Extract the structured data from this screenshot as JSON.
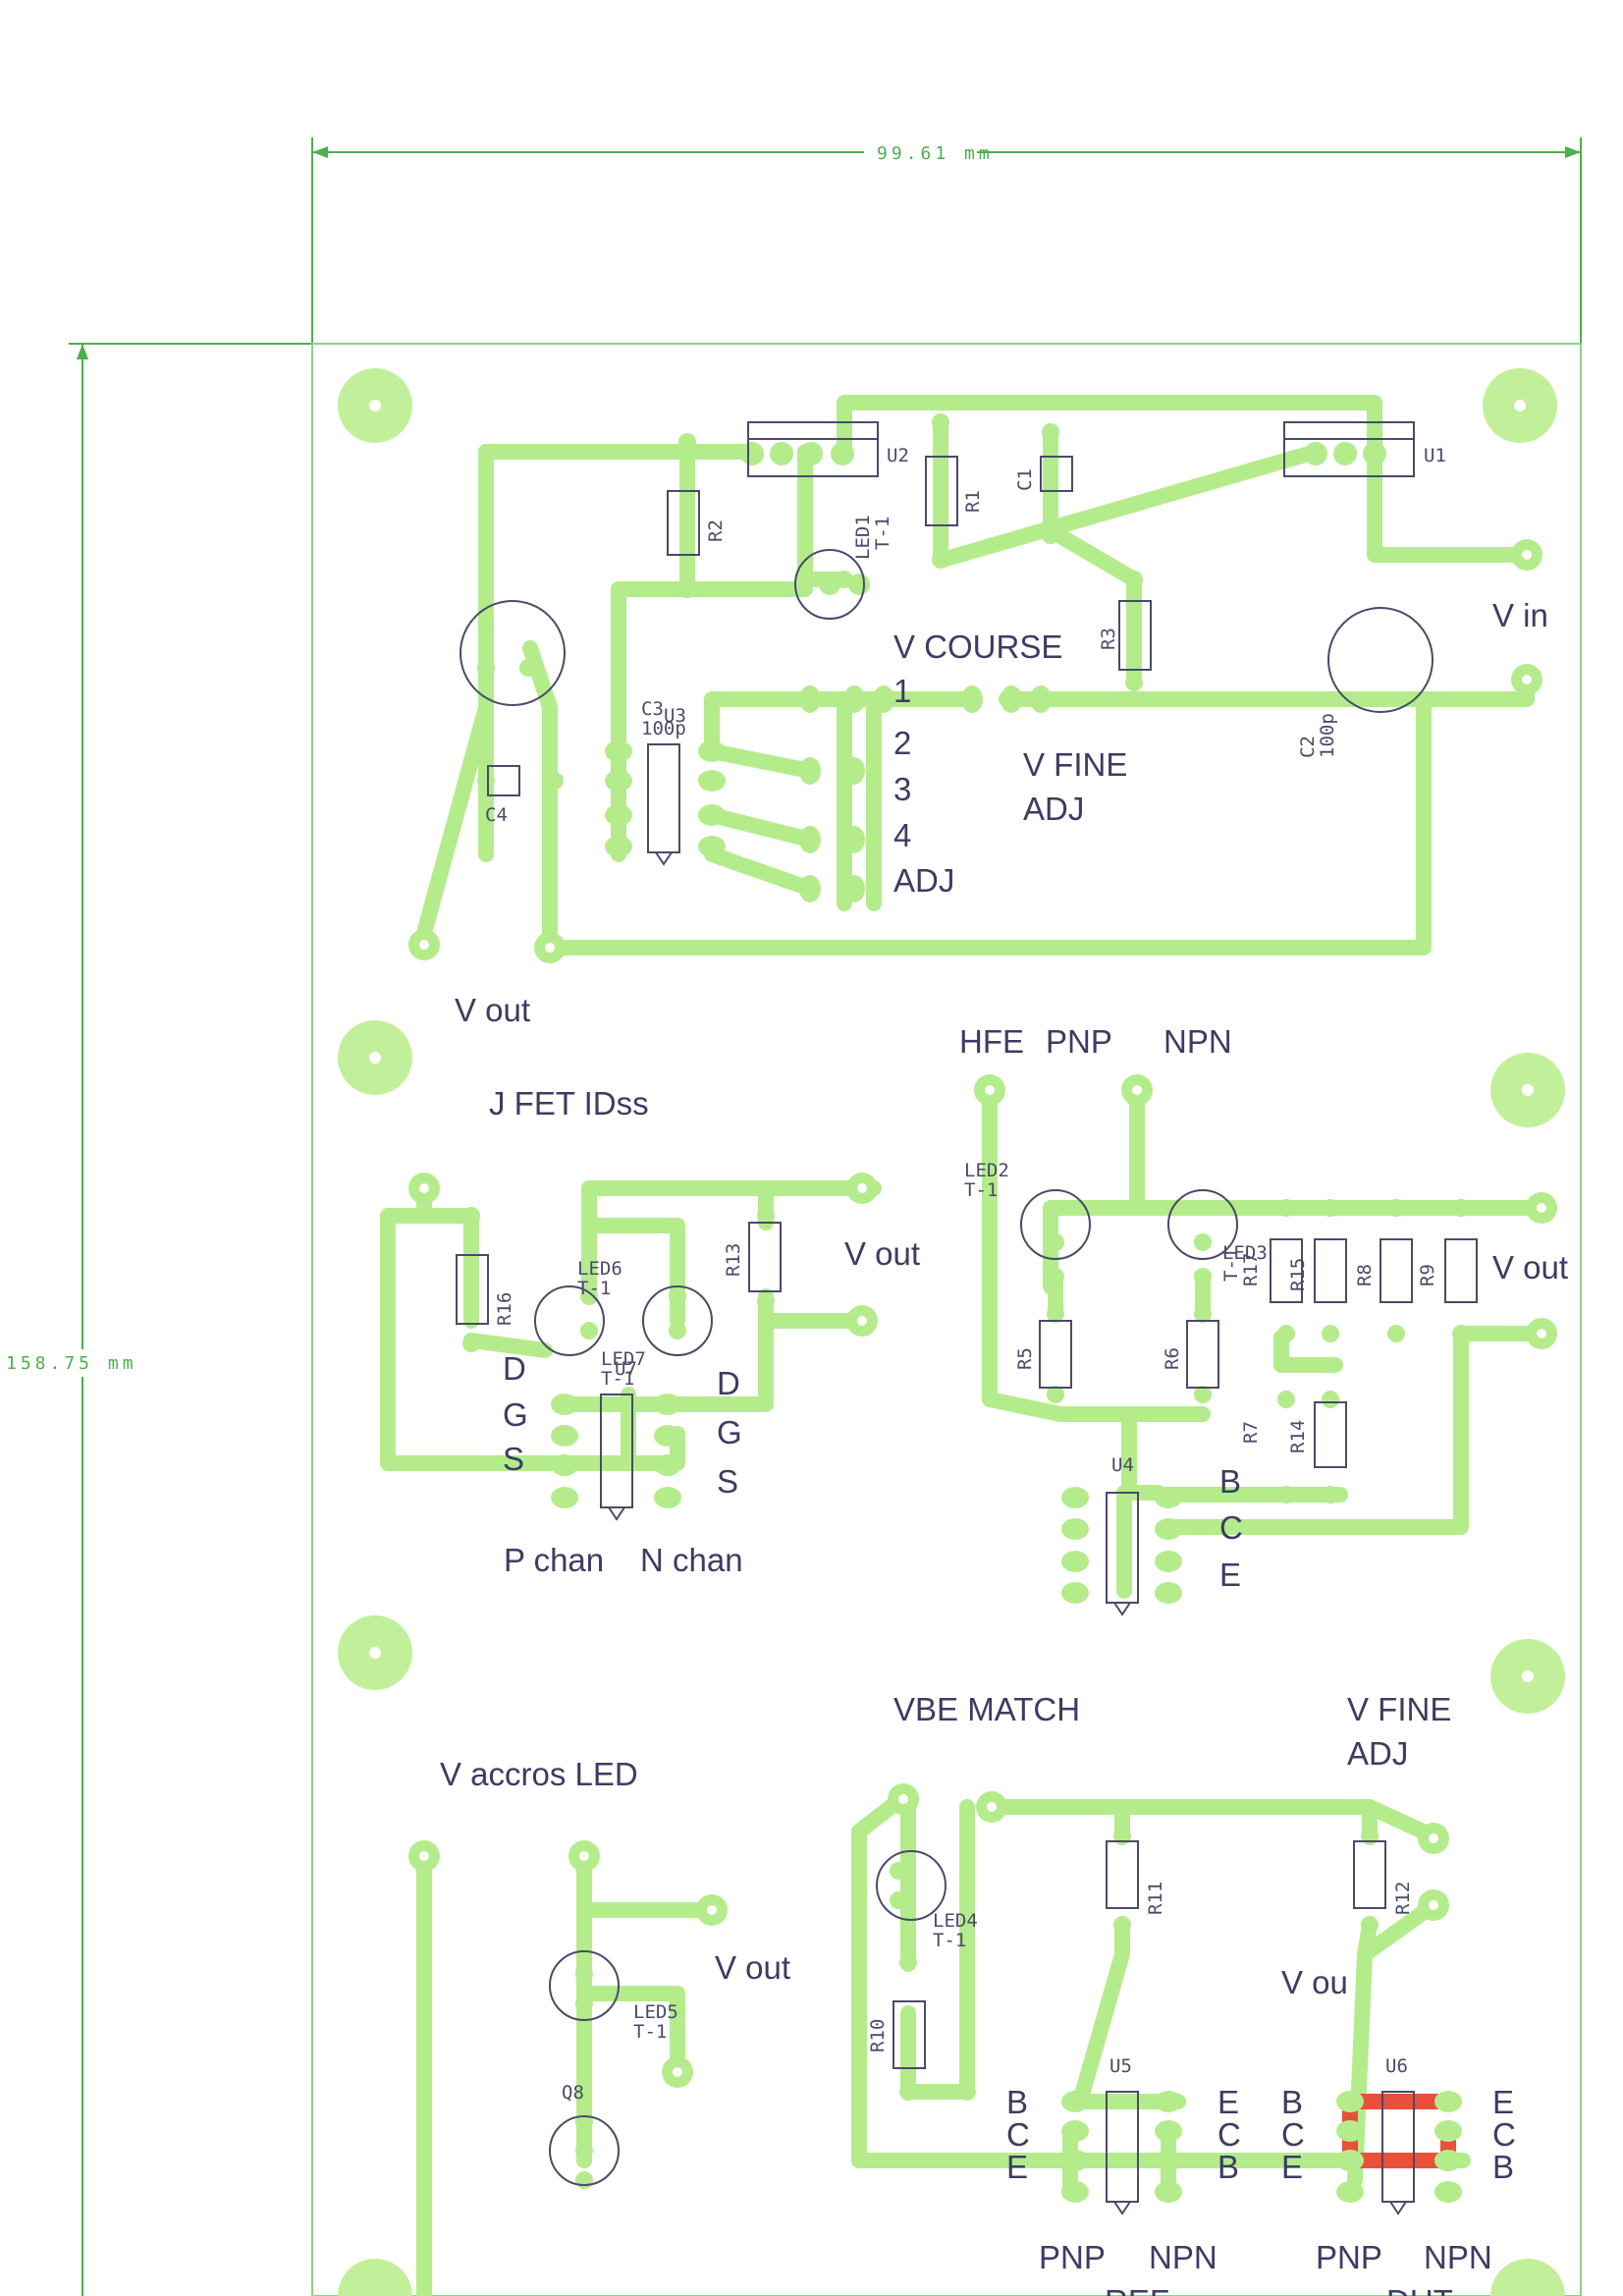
{
  "dimensions": {
    "width": "99.61 mm",
    "height": "158.75 mm"
  },
  "colors": {
    "copper": "#b4ec8c",
    "copper_highlight": "#e8503c",
    "silkscreen": "#4a4a6a",
    "text": "#3c3c64",
    "dimension": "#4cb04c"
  },
  "labels": {
    "v_course": "V COURSE",
    "n1": "1",
    "n2": "2",
    "n3": "3",
    "n4": "4",
    "adj": "ADJ",
    "v_fine": "V FINE",
    "v_fine_adj": "ADJ",
    "v_in": "V in",
    "v_out_top": "V out",
    "hfe": "HFE",
    "pnp_top": "PNP",
    "npn_top": "NPN",
    "jfet_idss": "J FET IDss",
    "v_out_jfet": "V out",
    "d_left": "D",
    "g_left": "G",
    "s_left": "S",
    "d_right": "D",
    "g_right": "G",
    "s_right": "S",
    "p_chan": "P chan",
    "n_chan": "N chan",
    "v_out_hfe": "V out",
    "b_hfe": "B",
    "c_hfe": "C",
    "e_hfe": "E",
    "vbe_match": "VBE MATCH",
    "v_fine_2": "V FINE",
    "adj_2": "ADJ",
    "v_accros_led": "V accros LED",
    "v_out_led": "V out",
    "v_ou": "V ou",
    "bce_1_b": "B",
    "bce_1_c": "C",
    "bce_1_e": "E",
    "ecb_1_e": "E",
    "ecb_1_c": "C",
    "ecb_1_b": "B",
    "bce_2_b": "B",
    "bce_2_c": "C",
    "bce_2_e": "E",
    "ecb_2_e": "E",
    "ecb_2_c": "C",
    "ecb_2_b": "B",
    "pnp_ref": "PNP",
    "npn_ref": "NPN",
    "ref": "REF",
    "pnp_dut": "PNP",
    "npn_dut": "NPN",
    "dut": "DUT"
  },
  "components": {
    "u1": "U1",
    "u2": "U2",
    "u3": "U3",
    "u4": "U4",
    "u5": "U5",
    "u6": "U6",
    "u7": "U7",
    "r1": "R1",
    "r2": "R2",
    "r3": "R3",
    "r5": "R5",
    "r6": "R6",
    "r7": "R7",
    "r8": "R8",
    "r9": "R9",
    "r10": "R10",
    "r11": "R11",
    "r12": "R12",
    "r13": "R13",
    "r14": "R14",
    "r15": "R15",
    "r16": "R16",
    "r17": "R17",
    "c1": "C1",
    "c2": "C2",
    "c2_val": "100p",
    "c3": "C3",
    "c3_val": "100p",
    "c4": "C4",
    "led1": "LED1",
    "led2": "LED2",
    "led3": "LED3",
    "led4": "LED4",
    "led5": "LED5",
    "led6": "LED6",
    "led7": "LED7",
    "t1": "T-1",
    "q8": "Q8"
  }
}
